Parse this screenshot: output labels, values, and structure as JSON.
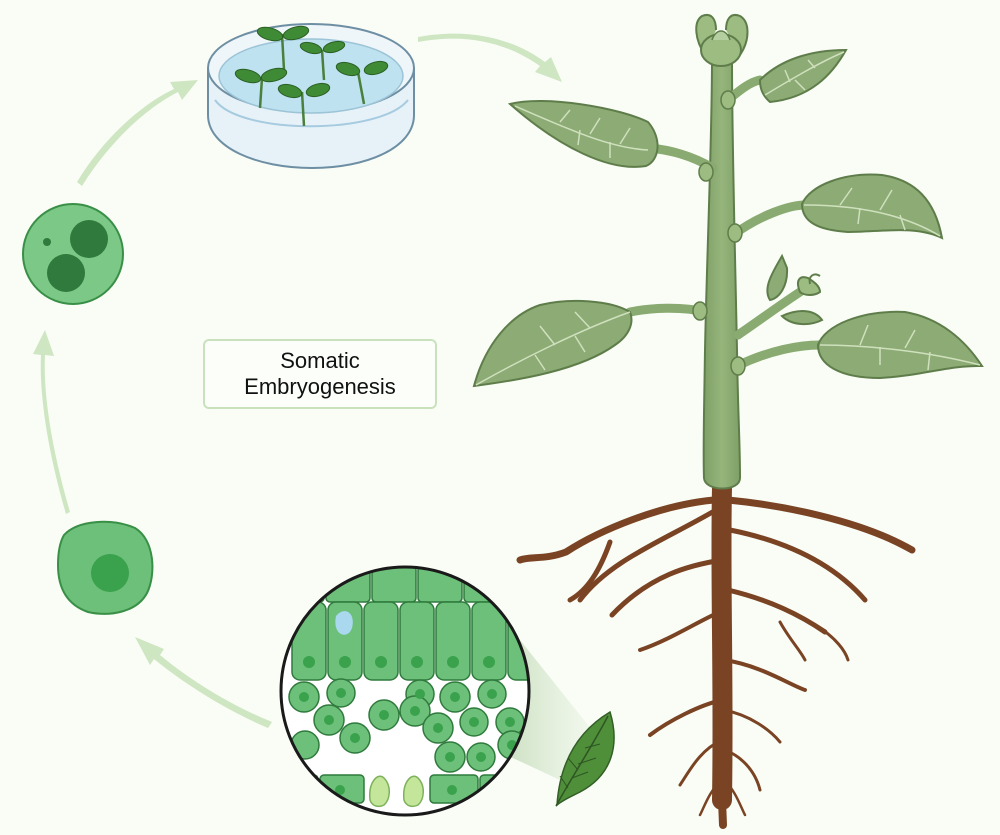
{
  "title": {
    "line1": "Somatic",
    "line2": "Embryogenesis"
  },
  "stages": [
    {
      "id": "leaf-explant",
      "icon": "leaf-icon"
    },
    {
      "id": "leaf-tissue-cross-section",
      "icon": "cell-cluster-icon"
    },
    {
      "id": "single-somatic-cell",
      "icon": "cell-icon"
    },
    {
      "id": "dividing-cell",
      "icon": "cell-icon"
    },
    {
      "id": "petri-dish-seedlings",
      "icon": "petri-dish-icon"
    },
    {
      "id": "mature-plant",
      "icon": "plant-icon"
    }
  ],
  "colors": {
    "background": "#f9fdf6",
    "arrow": "#cfe6c2",
    "cell_fill": "#6cc07a",
    "nucleus": "#3aa14d",
    "leaf_fill": "#8dab74",
    "stem": "#89aa70",
    "root": "#7a4424",
    "dish_water": "#bfe2f1"
  }
}
